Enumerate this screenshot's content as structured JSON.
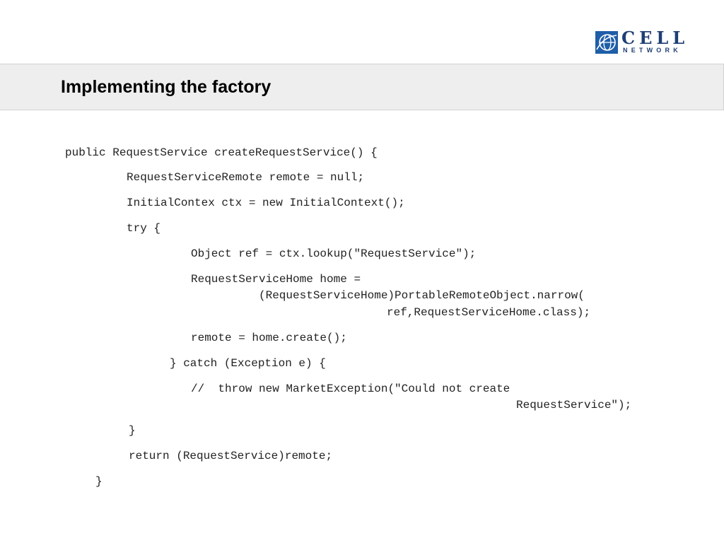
{
  "brand": {
    "name": "CELL",
    "sub": "NETWORK",
    "color": "#1f3f73"
  },
  "slide": {
    "title": "Implementing the factory"
  },
  "code": {
    "lines": [
      "public RequestService createRequestService() {",
      "RequestServiceRemote remote = null;",
      "InitialContex ctx = new InitialContext();",
      "try {",
      "Object ref = ctx.lookup(\"RequestService\");",
      "RequestServiceHome home =",
      "(RequestServiceHome)PortableRemoteObject.narrow(",
      "ref,RequestServiceHome.class);",
      "remote = home.create();",
      "} catch (Exception e) {",
      "//  throw new MarketException(\"Could not create",
      "RequestService\");",
      "}",
      "return (RequestService)remote;",
      "}"
    ]
  }
}
